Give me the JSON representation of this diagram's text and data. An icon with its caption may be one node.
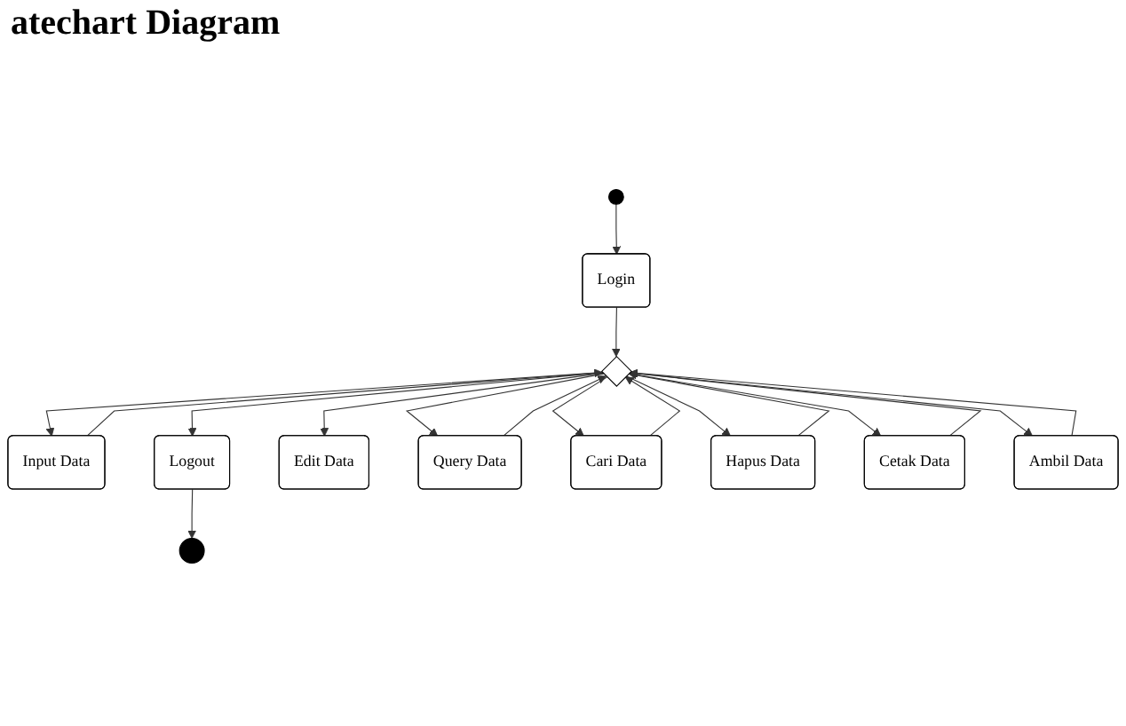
{
  "diagram": {
    "title": "atechart Diagram",
    "nodes": [
      {
        "text": [],
        "shape": "circle"
      },
      {
        "text": [
          "Login"
        ]
      },
      {
        "text": [],
        "shape": "diamond"
      },
      {
        "text": [
          "Input Data"
        ]
      },
      {
        "text": [
          "Logout"
        ]
      },
      {
        "text": [],
        "shape": "circle"
      },
      {
        "text": [
          "Edit Data"
        ]
      },
      {
        "text": [
          "Query Data"
        ]
      },
      {
        "text": [
          "Cari Data"
        ]
      },
      {
        "text": [
          "Hapus Data"
        ]
      },
      {
        "text": [
          "Cetak Data"
        ]
      },
      {
        "text": [
          "Ambil Data"
        ]
      }
    ],
    "edges": [
      {
        "from": 0,
        "to": 1,
        "arrow": "to"
      },
      {
        "from": 1,
        "to": 2,
        "arrow": "to"
      },
      {
        "from": 2,
        "to": 3,
        "arrow": "to"
      },
      {
        "from": 2,
        "to": 4,
        "arrow": "to"
      },
      {
        "from": 4,
        "to": 5,
        "arrow": "to"
      },
      {
        "from": 2,
        "to": 6,
        "arrow": "to"
      },
      {
        "from": 2,
        "to": 7,
        "arrow": "to"
      },
      {
        "from": 2,
        "to": 8,
        "arrow": "to"
      },
      {
        "from": 2,
        "to": 9,
        "arrow": "to"
      },
      {
        "from": 2,
        "to": 10,
        "arrow": "to"
      },
      {
        "from": 2,
        "to": 11,
        "arrow": "to"
      },
      {
        "from": 3,
        "to": 2,
        "arrow": "to"
      },
      {
        "from": 8,
        "to": 2,
        "arrow": "to"
      },
      {
        "from": 9,
        "to": 2,
        "arrow": "to"
      },
      {
        "from": 10,
        "to": 2,
        "arrow": "to"
      },
      {
        "from": 11,
        "to": 2,
        "arrow": "to"
      },
      {
        "from": 7,
        "to": 2,
        "arrow": "to"
      }
    ]
  }
}
